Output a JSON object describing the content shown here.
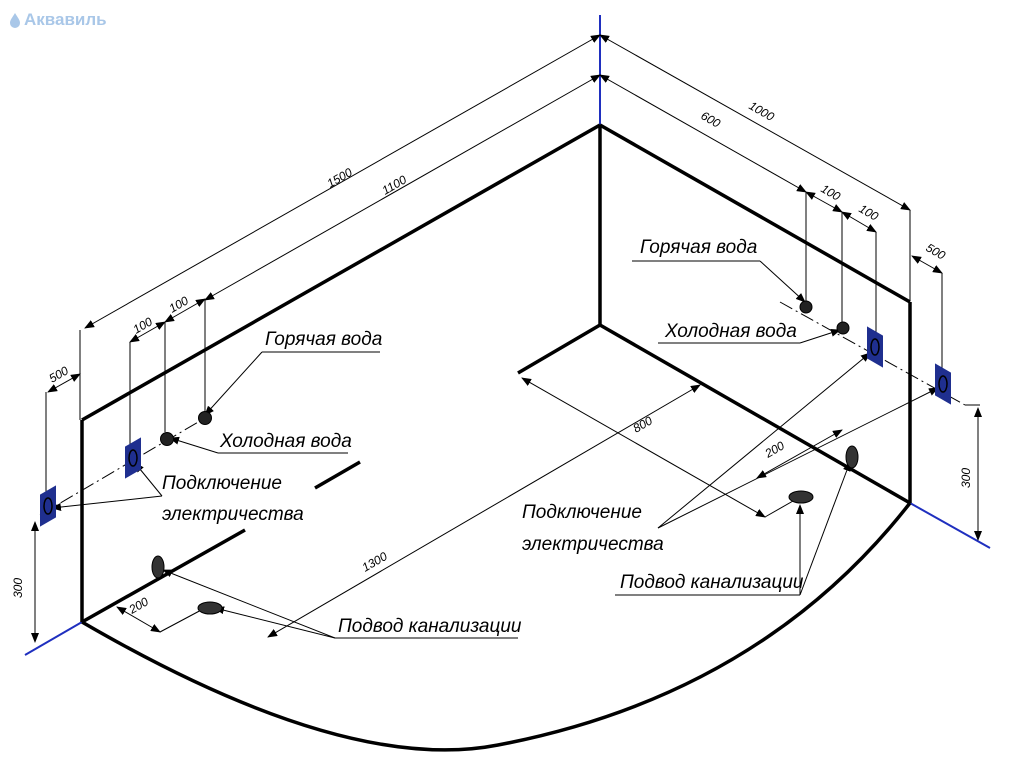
{
  "brand": {
    "name": "Аквавиль",
    "logo_color": "#a9c7e8"
  },
  "colors": {
    "outline": "#000000",
    "axis": "#1f2fbf",
    "socket": "#1f2f8f"
  },
  "labels": {
    "hot_water_left": "Горячая вода",
    "cold_water_left": "Холодная вода",
    "electric_left_line1": "Подключение",
    "electric_left_line2": "электричества",
    "drain_left": "Подвод канализации",
    "hot_water_right": "Горячая вода",
    "cold_water_right": "Холодная вода",
    "electric_right_line1": "Подключение",
    "electric_right_line2": "электричества",
    "drain_right": "Подвод канализации"
  },
  "dimensions": {
    "d1500": "1500",
    "d1100": "1100",
    "d100_a": "100",
    "d100_b": "100",
    "d500_left": "500",
    "d300_left": "300",
    "d200_left": "200",
    "d1300": "1300",
    "d800": "800",
    "d1000": "1000",
    "d600": "600",
    "d100_c": "100",
    "d100_d": "100",
    "d500_right": "500",
    "d300_right": "300",
    "d200_right": "200"
  }
}
